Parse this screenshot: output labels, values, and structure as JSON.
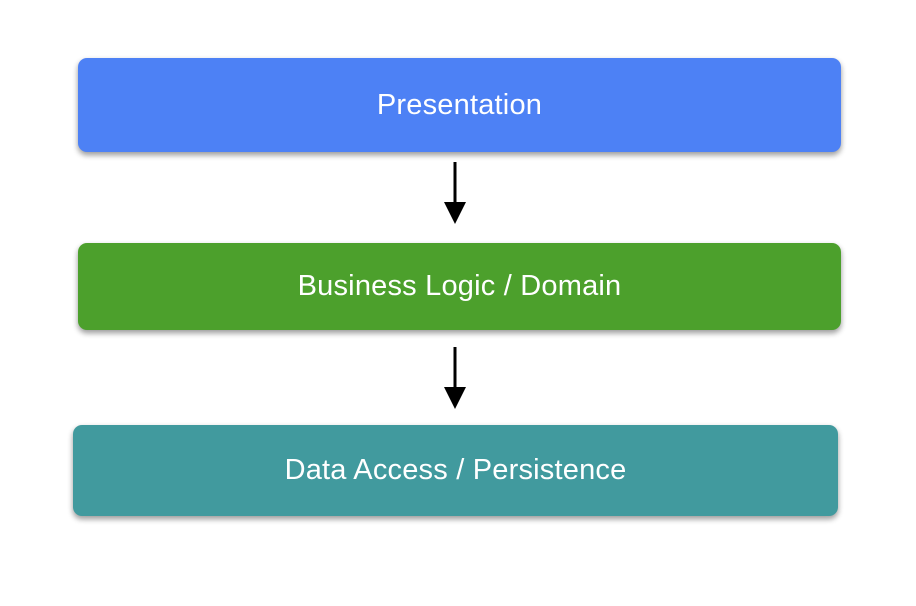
{
  "diagram": {
    "type": "layered-architecture-flow",
    "background_color": "#ffffff",
    "text_color": "#ffffff",
    "arrow_color": "#000000",
    "nodes": [
      {
        "id": "presentation",
        "label": "Presentation",
        "color": "#4d81f5"
      },
      {
        "id": "business-logic",
        "label": "Business Logic / Domain",
        "color": "#4ca02c"
      },
      {
        "id": "data-access",
        "label": "Data Access / Persistence",
        "color": "#419a9e"
      }
    ],
    "edges": [
      {
        "id": "presentation-to-business",
        "from": "presentation",
        "to": "business-logic",
        "direction": "down",
        "style": "solid-arrow"
      },
      {
        "id": "business-to-data",
        "from": "business-logic",
        "to": "data-access",
        "direction": "down",
        "style": "solid-arrow"
      }
    ]
  }
}
